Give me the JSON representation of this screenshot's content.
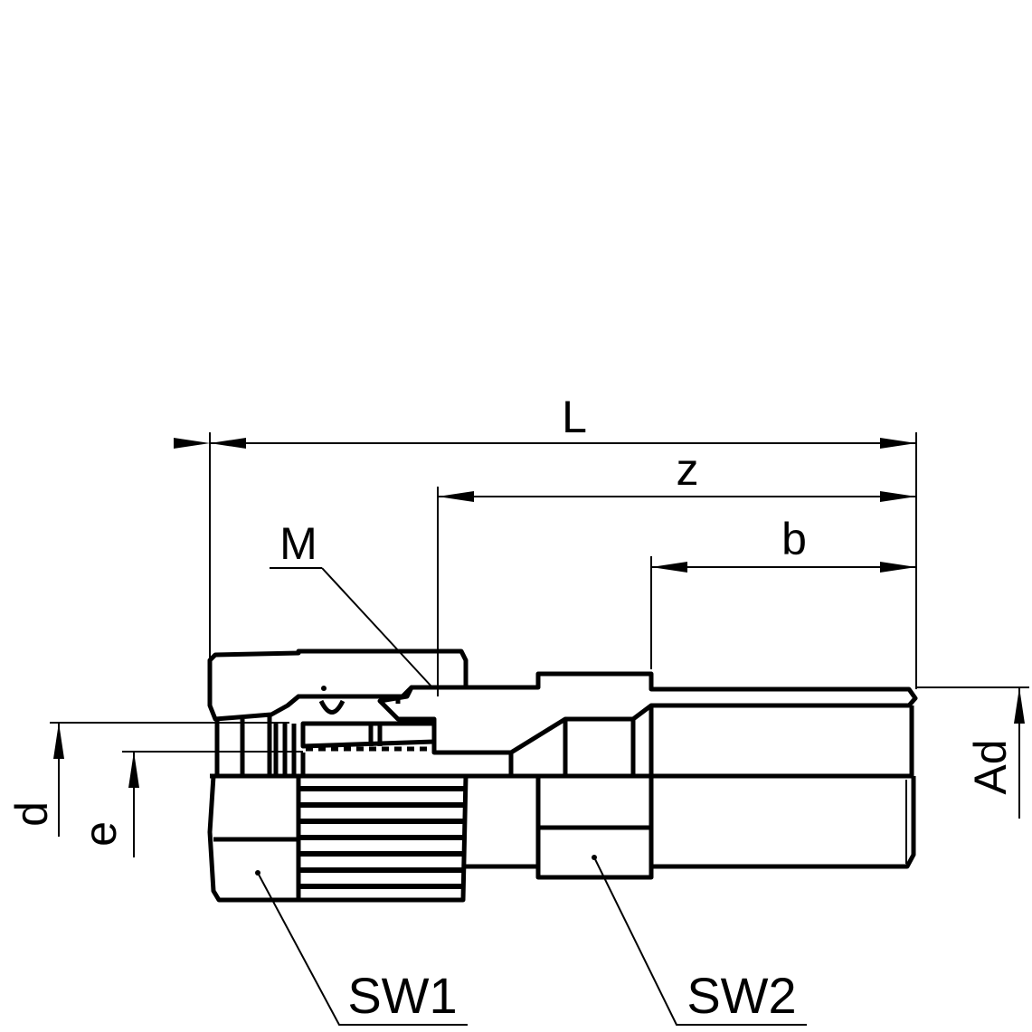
{
  "dimensions": {
    "overall_length": "L",
    "insertion_length": "z",
    "thread_length": "b",
    "thread": "M",
    "diameter_d": "d",
    "diameter_e": "e",
    "outer_diameter": "Ad",
    "wrench_size_1": "SW1",
    "wrench_size_2": "SW2"
  },
  "colors": {
    "line": "#000000",
    "background": "#ffffff"
  }
}
